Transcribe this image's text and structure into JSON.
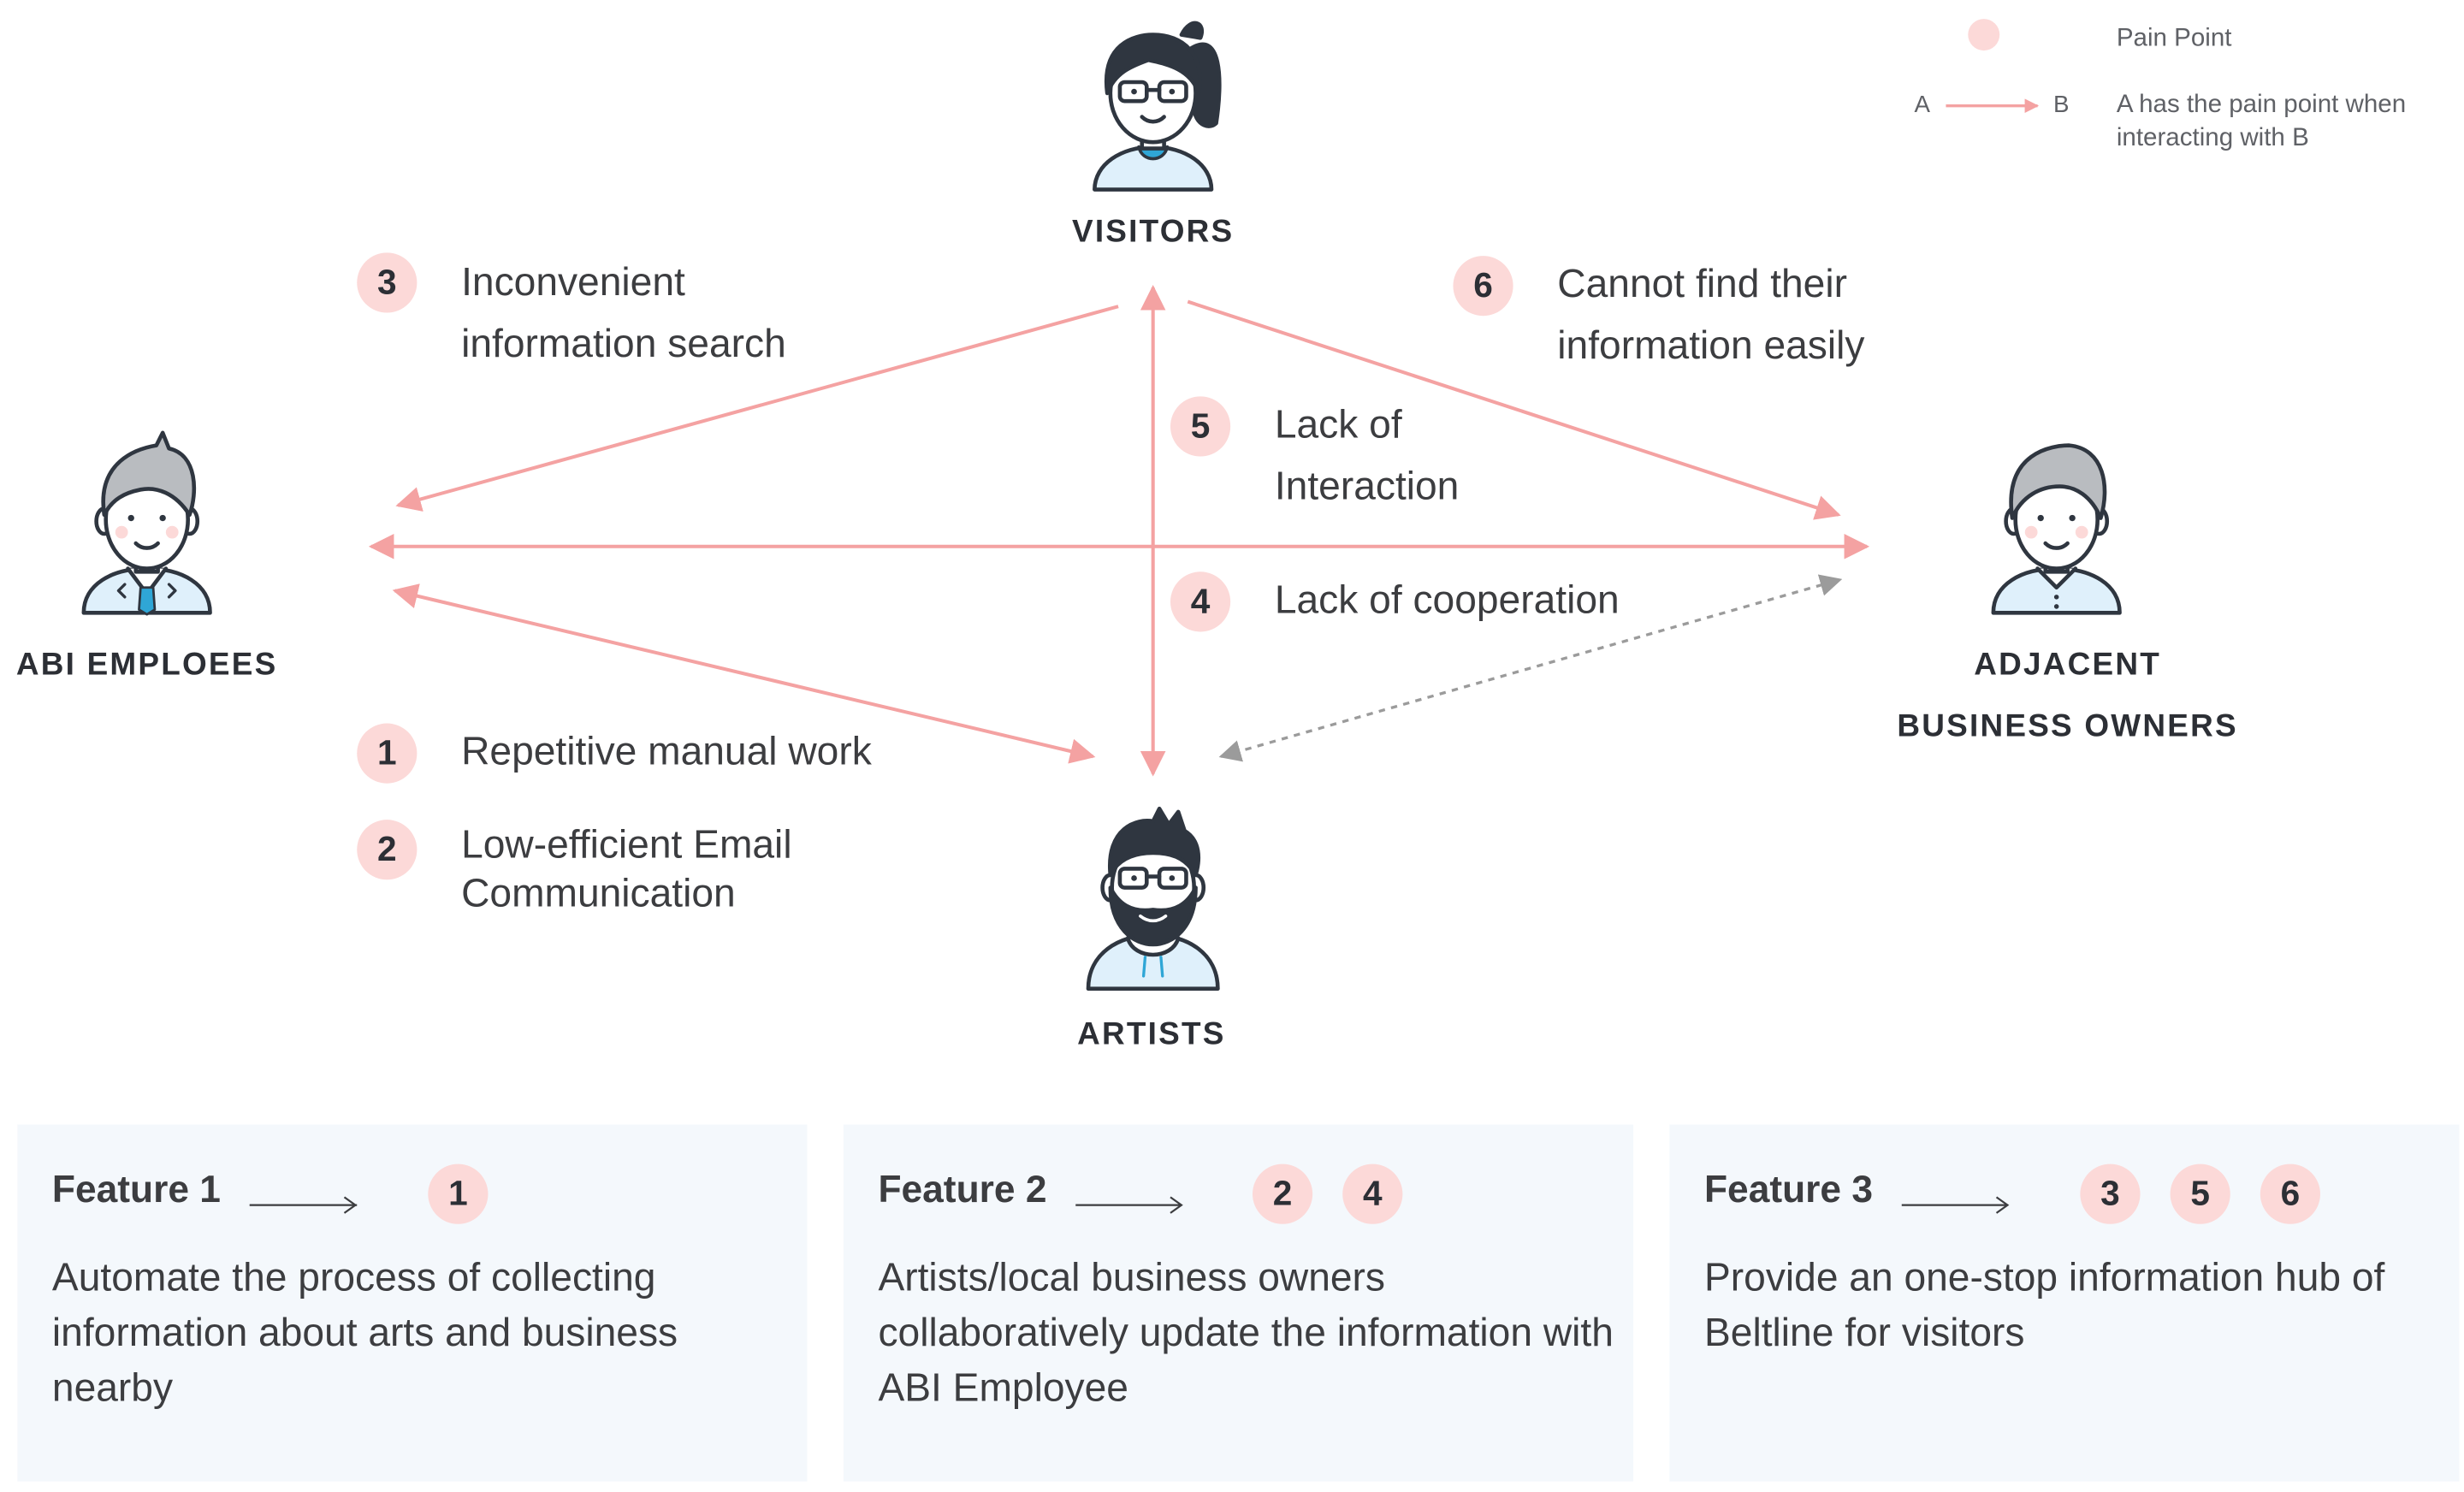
{
  "legend": {
    "pain_point": "Pain Point",
    "from_letter": "A",
    "to_letter": "B",
    "arrow_meaning": "A has the pain point when interacting with B"
  },
  "roles": {
    "visitors": "VISITORS",
    "abi_employees": "ABI EMPLOEES",
    "adjacent_line1": "ADJACENT",
    "adjacent_line2": "BUSINESS OWNERS",
    "artists": "ARTISTS"
  },
  "pain_points": [
    {
      "number": "1",
      "text": "Repetitive manual work"
    },
    {
      "number": "2",
      "line1": "Low-efficient Email",
      "line2": "Communication"
    },
    {
      "number": "3",
      "line1": "Inconvenient",
      "line2": "information search"
    },
    {
      "number": "4",
      "text": "Lack of cooperation"
    },
    {
      "number": "5",
      "line1": "Lack of",
      "line2": "Interaction"
    },
    {
      "number": "6",
      "line1": "Cannot find their",
      "line2": "information easily"
    }
  ],
  "features": [
    {
      "title": "Feature 1",
      "badges": [
        "1"
      ],
      "description": "Automate the process of collecting information about arts and business nearby"
    },
    {
      "title": "Feature 2",
      "badges": [
        "2",
        "4"
      ],
      "description": "Artists/local business owners collaboratively update the information with ABI Employee"
    },
    {
      "title": "Feature 3",
      "badges": [
        "3",
        "5",
        "6"
      ],
      "description": "Provide an one-stop information hub of Beltline for visitors"
    }
  ],
  "colors": {
    "pain_arrow": "#f4a2a2",
    "badge_fill": "#fcd9d8",
    "dotted_arrow": "#9b9b9b",
    "card_background": "#f4f8fc",
    "avatar_outline": "#2f3640",
    "avatar_shirt": "#dff0fb"
  }
}
